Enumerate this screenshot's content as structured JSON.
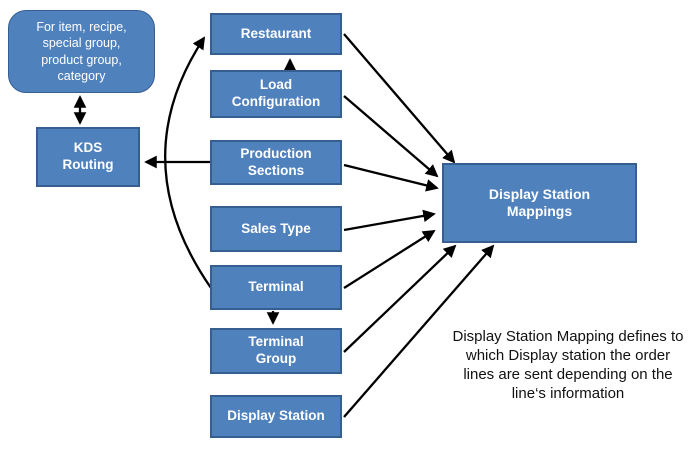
{
  "colors": {
    "node_fill": "#4f81bd",
    "node_border": "#365f91",
    "arrow": "#000000",
    "caption_text": "#111111"
  },
  "nodes": {
    "scope_note": {
      "label": "For item, recipe,\nspecial group,\nproduct group,\ncategory"
    },
    "kds_routing": {
      "label": "KDS\nRouting"
    },
    "restaurant": {
      "label": "Restaurant"
    },
    "load_configuration": {
      "label": "Load\nConfiguration"
    },
    "production_sections": {
      "label": "Production\nSections"
    },
    "sales_type": {
      "label": "Sales Type"
    },
    "terminal": {
      "label": "Terminal"
    },
    "terminal_group": {
      "label": "Terminal\nGroup"
    },
    "display_station": {
      "label": "Display Station"
    },
    "display_station_mappings": {
      "label": "Display Station\nMappings"
    }
  },
  "caption": {
    "text": "Display Station Mapping defines to\nwhich Display station the order\nlines are sent depending on the\nline‘s information"
  },
  "edges": [
    {
      "from": "scope_note",
      "to": "kds_routing",
      "style": "double-headed"
    },
    {
      "from": "terminal",
      "to": "restaurant",
      "style": "curved"
    },
    {
      "from": "load_configuration",
      "to": "restaurant",
      "style": "straight"
    },
    {
      "from": "production_sections",
      "to": "kds_routing",
      "style": "straight"
    },
    {
      "from": "terminal",
      "to": "terminal_group",
      "style": "straight"
    },
    {
      "from": "restaurant",
      "to": "display_station_mappings",
      "style": "straight"
    },
    {
      "from": "load_configuration",
      "to": "display_station_mappings",
      "style": "straight"
    },
    {
      "from": "production_sections",
      "to": "display_station_mappings",
      "style": "straight"
    },
    {
      "from": "sales_type",
      "to": "display_station_mappings",
      "style": "straight"
    },
    {
      "from": "terminal",
      "to": "display_station_mappings",
      "style": "straight"
    },
    {
      "from": "terminal_group",
      "to": "display_station_mappings",
      "style": "straight"
    },
    {
      "from": "display_station",
      "to": "display_station_mappings",
      "style": "straight"
    }
  ]
}
